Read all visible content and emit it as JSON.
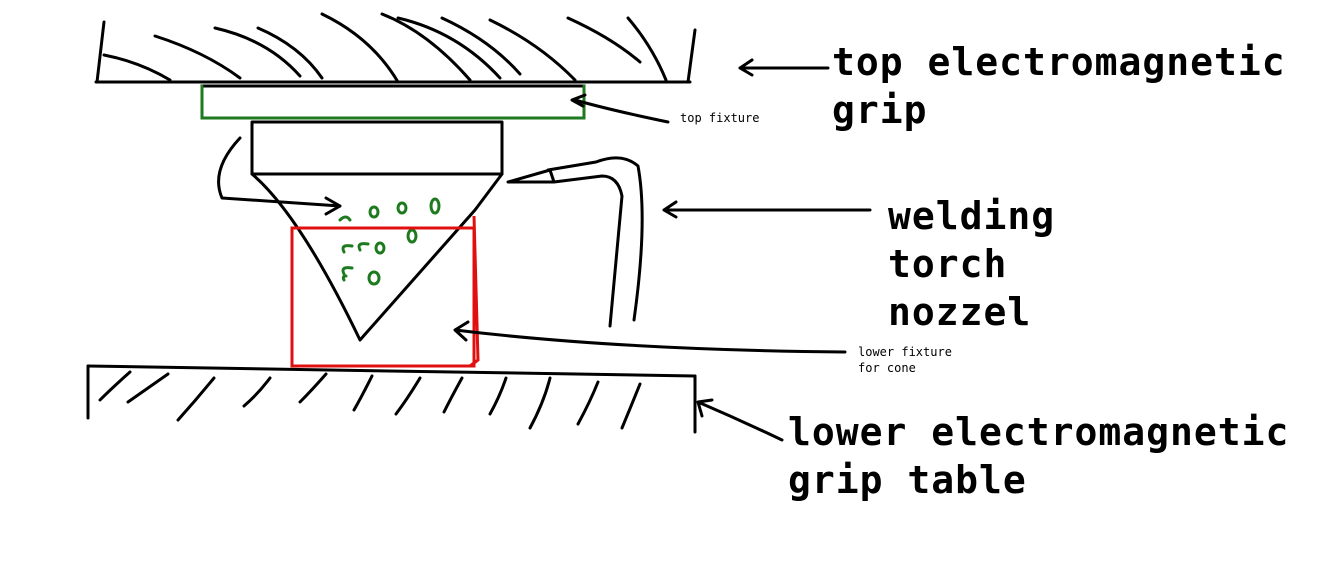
{
  "labels": {
    "top_grip": [
      "top electromagnetic",
      "grip"
    ],
    "top_fixture": "top fixture",
    "welding_torch": [
      "welding",
      "torch",
      "nozzel"
    ],
    "lower_fixture": [
      "lower fixture",
      "for cone"
    ],
    "lower_grip": [
      "lower electromagnetic",
      "grip table"
    ]
  },
  "colors": {
    "ink": "#000000",
    "top_fixture": "#1e7a1e",
    "lower_fixture": "#e01010",
    "weld_marks": "#1e7a1e"
  }
}
